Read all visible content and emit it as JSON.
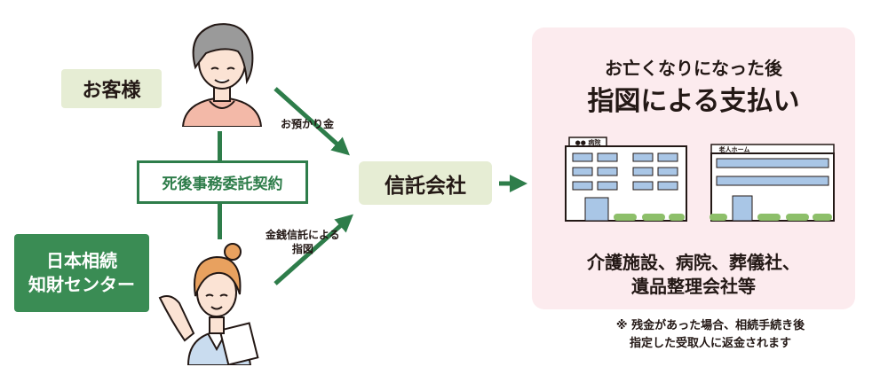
{
  "customer": {
    "label": "お客様"
  },
  "contract": {
    "label": "死後事務委託契約"
  },
  "center": {
    "line1": "日本相続",
    "line2": "知財センター"
  },
  "trust_company": {
    "label": "信託会社"
  },
  "flows": {
    "deposit": "お預かり金",
    "money_trust_line1": "金銭信託による",
    "money_trust_line2": "指図"
  },
  "panel": {
    "subtitle": "お亡くなりになった後",
    "title": "指図による支払い",
    "hospital_sign": "●● 病院",
    "nursing_sign": "老人ホーム",
    "list_line1": "介護施設、病院、葬儀社、",
    "list_line2": "遺品整理会社等"
  },
  "note": {
    "line1": "※ 残金があった場合、相続手続き後",
    "line2": "指定した受取人に返金されます"
  },
  "colors": {
    "green": "#2e7d4a",
    "light_green": "#e6edd4",
    "pink": "#fcebee"
  }
}
